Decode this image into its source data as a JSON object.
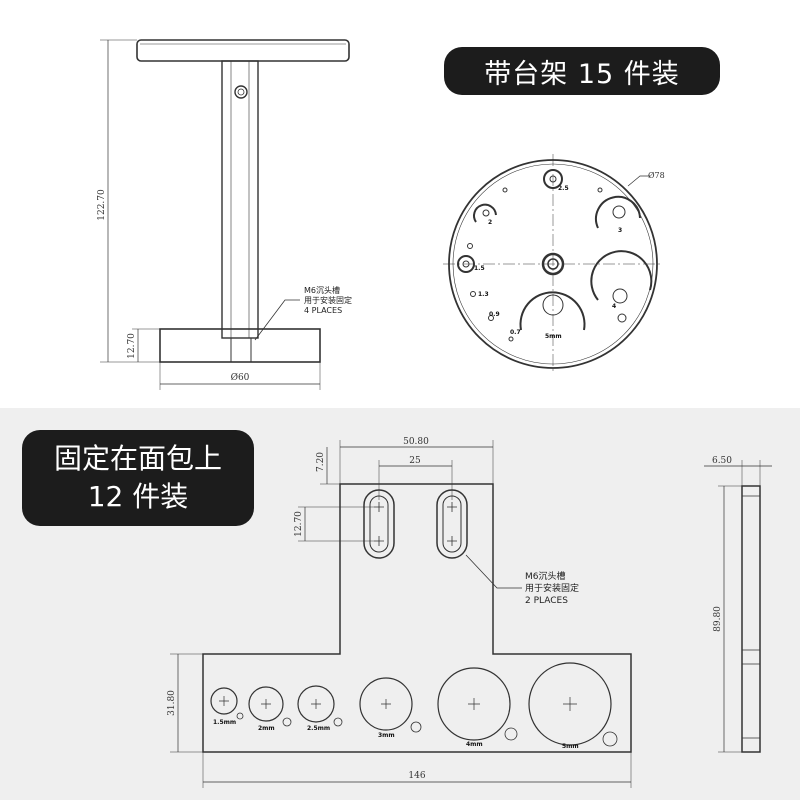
{
  "badges": {
    "top": "带台架 15 件装",
    "bottom_line1": "固定在面包上",
    "bottom_line2": "12 件装"
  },
  "stand": {
    "height_dim": "122.70",
    "base_height_dim": "12.70",
    "base_dia_dim": "Ø60",
    "note_line1": "M6沉头槽",
    "note_line2": "用于安装固定",
    "note_line3": "4 PLACES"
  },
  "disc": {
    "dia_dim": "Ø78",
    "hole_labels": [
      "2.5",
      "2",
      "3",
      "1.5",
      "1.3",
      "0.9",
      "0.7",
      "4",
      "5mm"
    ]
  },
  "plate": {
    "top_width_dim": "50.80",
    "slot_spacing_dim": "25",
    "top_offset_dim": "7.20",
    "slot_length_dim": "12.70",
    "plate_height_dim": "31.80",
    "total_width_dim": "146",
    "note_line1": "M6沉头槽",
    "note_line2": "用于安装固定",
    "note_line3": "2 PLACES",
    "hole_labels": [
      "1.5mm",
      "2mm",
      "2.5mm",
      "3mm",
      "4mm",
      "5mm"
    ]
  },
  "side_view": {
    "thickness_dim": "6.50",
    "height_dim": "89.80"
  }
}
